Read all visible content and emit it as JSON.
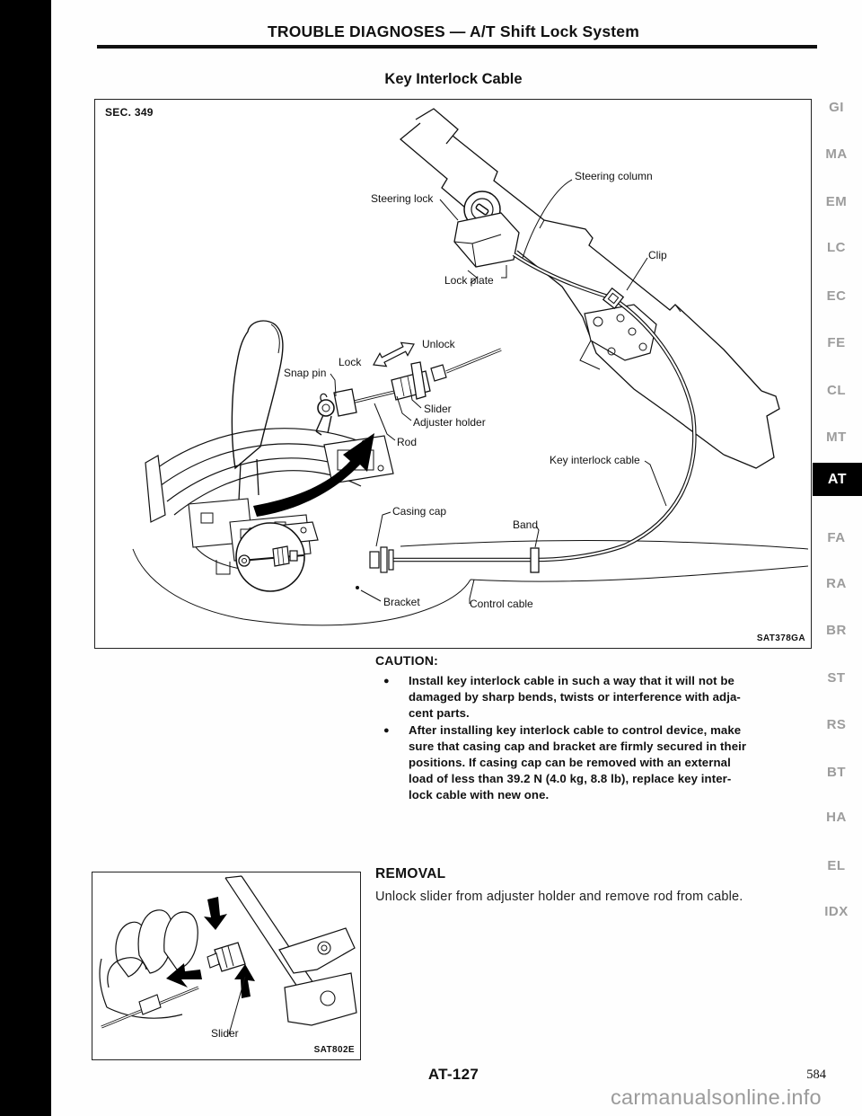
{
  "page": {
    "header_title": "TROUBLE DIAGNOSES — A/T Shift Lock System",
    "section_title": "Key Interlock Cable",
    "footer_code": "AT-127",
    "page_number": "584",
    "watermark": "carmanualsonline.info"
  },
  "colors": {
    "active_tab_bg": "#000000",
    "active_tab_text": "#ffffff",
    "inactive_tab_text": "#9c9c9c",
    "watermark_text": "#9a9a9a"
  },
  "sidebar": {
    "items": [
      {
        "code": "GI"
      },
      {
        "code": "MA"
      },
      {
        "code": "EM"
      },
      {
        "code": "LC"
      },
      {
        "code": "EC"
      },
      {
        "code": "FE"
      },
      {
        "code": "CL"
      },
      {
        "code": "MT"
      },
      {
        "code": "AT",
        "active": true
      },
      {
        "code": "FA"
      },
      {
        "code": "RA"
      },
      {
        "code": "BR"
      },
      {
        "code": "ST"
      },
      {
        "code": "RS"
      },
      {
        "code": "BT"
      },
      {
        "code": "HA"
      },
      {
        "code": "EL"
      },
      {
        "code": "IDX"
      }
    ]
  },
  "figure_main": {
    "sec_label": "SEC. 349",
    "ref_code": "SAT378GA",
    "labels": {
      "steering_lock": "Steering lock",
      "steering_column": "Steering column",
      "clip": "Clip",
      "lock_plate": "Lock plate",
      "unlock": "Unlock",
      "lock": "Lock",
      "snap_pin": "Snap pin",
      "slider": "Slider",
      "adjuster_holder": "Adjuster holder",
      "rod": "Rod",
      "key_interlock_cable": "Key interlock cable",
      "casing_cap": "Casing cap",
      "band": "Band",
      "bracket": "Bracket",
      "control_cable": "Control cable"
    }
  },
  "caution": {
    "heading": "CAUTION:",
    "bullet_glyph": "●",
    "bullets": [
      {
        "lines": [
          "Install key interlock cable in such a way that it will not be",
          "damaged by sharp bends, twists or interference with adja-",
          "cent parts."
        ]
      },
      {
        "lines": [
          "After installing key interlock cable to control device, make",
          "sure that casing cap and bracket are firmly secured in their",
          "positions. If casing cap can be removed with an external",
          "load of less than 39.2 N (4.0 kg, 8.8 lb), replace key inter-",
          "lock cable with new one."
        ]
      }
    ]
  },
  "removal": {
    "heading": "REMOVAL",
    "body": "Unlock slider from adjuster holder and remove rod from cable."
  },
  "figure_removal": {
    "labels": {
      "slider": "Slider"
    },
    "ref_code": "SAT802E"
  }
}
